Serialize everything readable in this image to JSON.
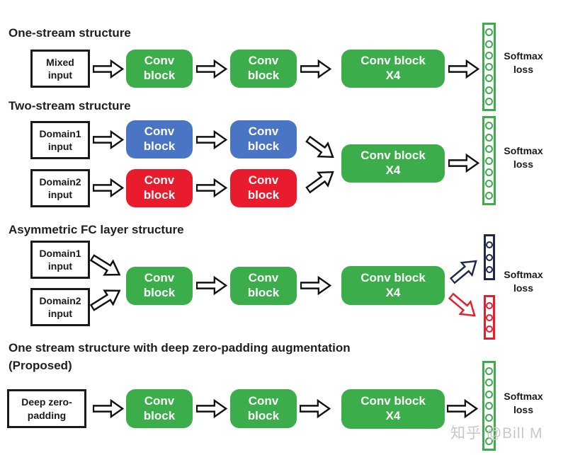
{
  "colors": {
    "green": "#3bad4a",
    "blue": "#4a74c4",
    "red": "#e81c2c",
    "navy": "#1e2949",
    "arrow_outline": "#111111",
    "text": "#1f1f1f",
    "watermark_gray": "#c8c8c8"
  },
  "blocks": {
    "conv": {
      "line1": "Conv",
      "line2": "block"
    },
    "conv_x4": {
      "line1": "Conv block",
      "line2": "X4"
    }
  },
  "softmax": {
    "line1": "Softmax",
    "line2": "loss"
  },
  "units": {
    "green_column": 7,
    "navy_column": 3,
    "red_column": 3
  },
  "sections": {
    "one_stream": {
      "title": "One-stream structure",
      "input": {
        "line1": "Mixed",
        "line2": "input"
      }
    },
    "two_stream": {
      "title": "Two-stream structure",
      "input1": {
        "line1": "Domain1",
        "line2": "input"
      },
      "input2": {
        "line1": "Domain2",
        "line2": "input"
      }
    },
    "asymmetric": {
      "title": "Asymmetric FC layer structure",
      "input1": {
        "line1": "Domain1",
        "line2": "input"
      },
      "input2": {
        "line1": "Domain2",
        "line2": "input"
      }
    },
    "proposed": {
      "title_line1": "One stream structure with deep zero-padding augmentation",
      "title_line2": "(Proposed)",
      "input": {
        "line1": "Deep zero-",
        "line2": "padding"
      }
    }
  },
  "watermark": "知乎 @Bill M"
}
